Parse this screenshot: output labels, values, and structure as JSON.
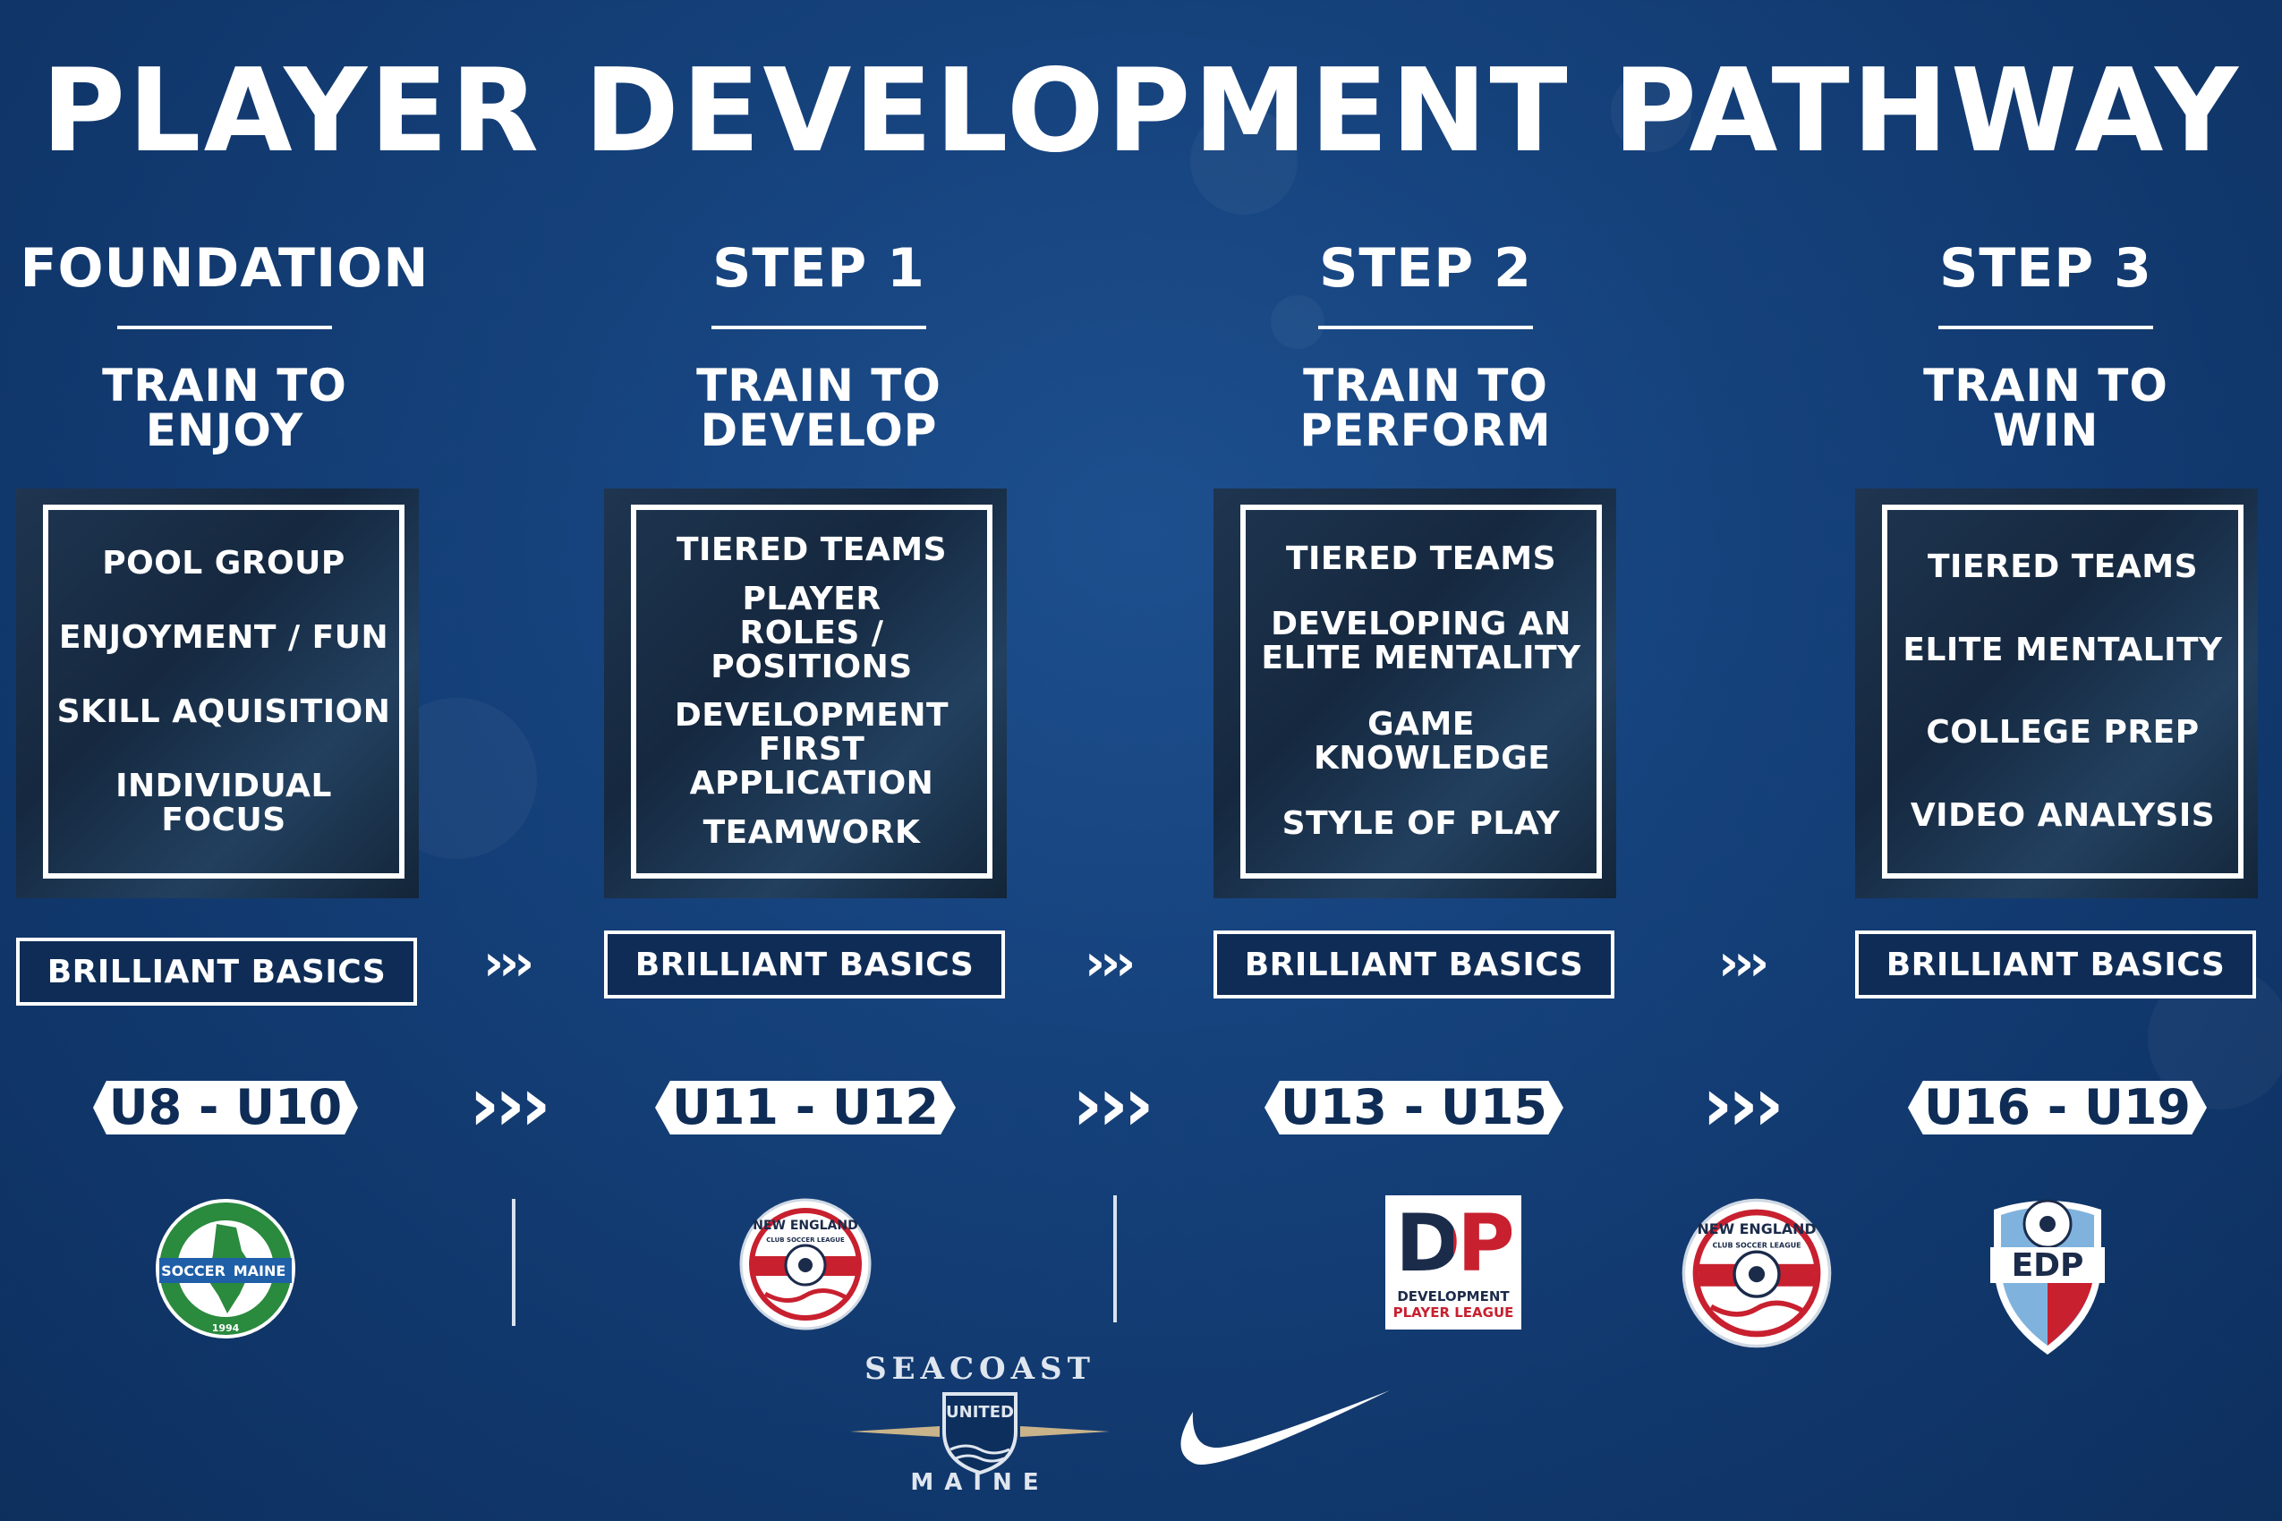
{
  "title": "PLAYER DEVELOPMENT PATHWAY",
  "colors": {
    "background": "#143f78",
    "text": "#ffffff",
    "badge_text": "#0e2c55",
    "panel": "#1b3048"
  },
  "steps": [
    {
      "label": "FOUNDATION",
      "tagline": [
        "TRAIN TO",
        "ENJOY"
      ],
      "items": [
        "POOL GROUP",
        "ENJOYMENT / FUN",
        "SKILL AQUISITION",
        "INDIVIDUAL FOCUS"
      ],
      "basics": "BRILLIANT BASICS",
      "age": "U8 - U10"
    },
    {
      "label": "STEP 1",
      "tagline": [
        "TRAIN TO",
        "DEVELOP"
      ],
      "items": [
        "TIERED TEAMS",
        "PLAYER ROLES / POSITIONS",
        "DEVELOPMENT FIRST APPLICATION",
        "TEAMWORK"
      ],
      "basics": "BRILLIANT BASICS",
      "age": "U11 - U12"
    },
    {
      "label": "STEP 2",
      "tagline": [
        "TRAIN TO",
        "PERFORM"
      ],
      "items": [
        "TIERED TEAMS",
        "DEVELOPING AN ELITE MENTALITY",
        "GAME KNOWLEDGE",
        "STYLE OF PLAY"
      ],
      "basics": "BRILLIANT BASICS",
      "age": "U13 - U15"
    },
    {
      "label": "STEP 3",
      "tagline": [
        "TRAIN TO",
        "WIN"
      ],
      "items": [
        "TIERED TEAMS",
        "ELITE MENTALITY",
        "COLLEGE PREP",
        "VIDEO ANALYSIS"
      ],
      "basics": "BRILLIANT BASICS",
      "age": "U16 - U19"
    }
  ],
  "arrow": "›››",
  "logos": {
    "soccer_maine": {
      "text": "SOCCER",
      "text2": "MAINE",
      "year": "1994",
      "icon": "soccer-maine-logo"
    },
    "nec_1": {
      "text": "NEW ENGLAND",
      "sub": "CLUB SOCCER LEAGUE",
      "icon": "new-england-club-soccer-league-logo"
    },
    "dp": {
      "text": "DP",
      "sub1": "DEVELOPMENT",
      "sub2": "PLAYER LEAGUE",
      "icon": "development-player-league-logo"
    },
    "nec_2": {
      "text": "NEW ENGLAND",
      "sub": "CLUB SOCCER LEAGUE",
      "icon": "new-england-club-soccer-league-logo"
    },
    "edp": {
      "text": "EDP",
      "icon": "edp-logo"
    },
    "seacoast": {
      "name": "SEACOAST",
      "badge": "UNITED",
      "region": "MAINE",
      "icon": "seacoast-united-logo"
    },
    "nike": {
      "icon": "nike-swoosh-logo"
    }
  }
}
